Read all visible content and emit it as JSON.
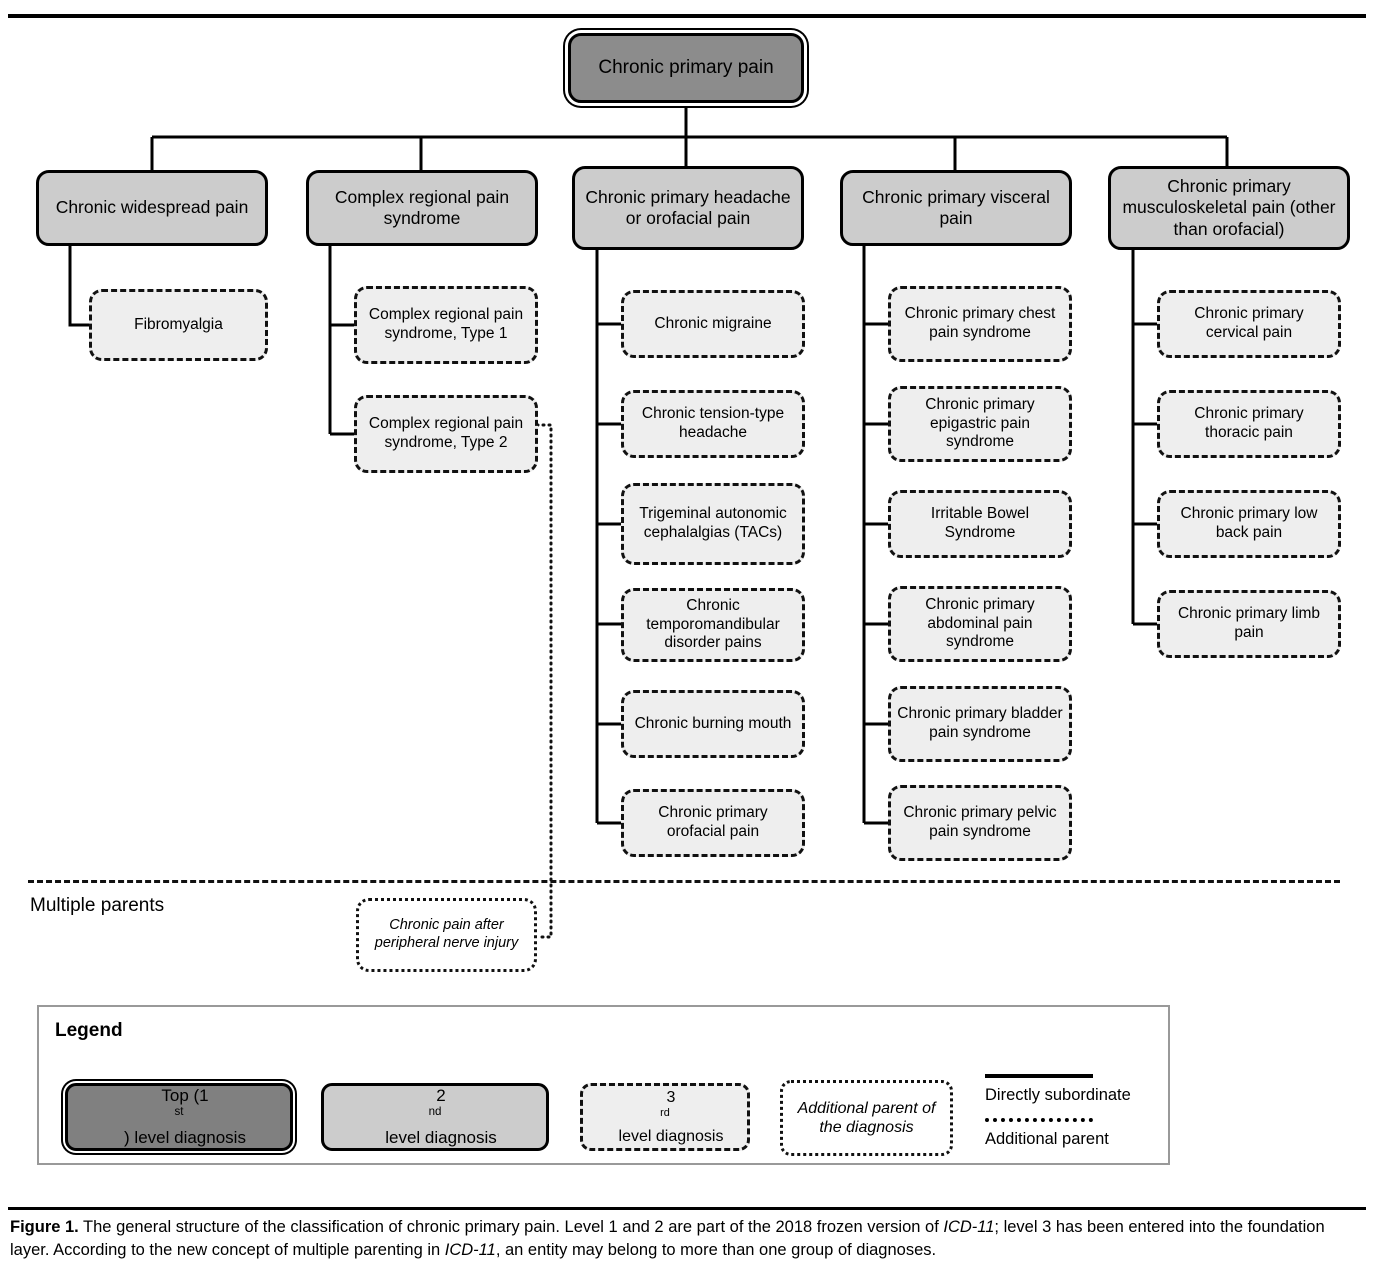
{
  "figure": {
    "root": {
      "label": "Chronic primary pain",
      "level": 1
    },
    "branches": [
      {
        "label": "Chronic widespread pain",
        "children": [
          "Fibromyalgia"
        ]
      },
      {
        "label": "Complex regional pain syndrome",
        "children": [
          "Complex regional pain syndrome, Type 1",
          "Complex regional pain syndrome, Type 2"
        ]
      },
      {
        "label": "Chronic primary headache or orofacial pain",
        "children": [
          "Chronic migraine",
          "Chronic tension-type headache",
          "Trigeminal autonomic cephalalgias (TACs)",
          "Chronic temporomandibular disorder pains",
          "Chronic burning mouth",
          "Chronic primary orofacial pain"
        ]
      },
      {
        "label": "Chronic primary visceral pain",
        "children": [
          "Chronic primary chest pain syndrome",
          "Chronic primary epigastric pain syndrome",
          "Irritable Bowel Syndrome",
          "Chronic primary abdominal pain syndrome",
          "Chronic primary bladder pain syndrome",
          "Chronic primary pelvic pain syndrome"
        ]
      },
      {
        "label": "Chronic primary musculoskeletal pain (other than orofacial)",
        "children": [
          "Chronic primary cervical pain",
          "Chronic primary thoracic pain",
          "Chronic primary low back pain",
          "Chronic primary limb pain"
        ]
      }
    ],
    "multiple_parents": {
      "section_label": "Multiple parents",
      "nodes": [
        "Chronic pain after peripheral nerve injury"
      ]
    }
  },
  "legend": {
    "title": "Legend",
    "items": [
      {
        "key": "top",
        "text_before": "Top (1",
        "sup": "st",
        "text_after": ")  level diagnosis"
      },
      {
        "key": "second",
        "text_before": "2",
        "sup": "nd",
        "text_after": " level diagnosis"
      },
      {
        "key": "third",
        "text_before": "3",
        "sup": "rd",
        "text_after": " level diagnosis"
      },
      {
        "key": "additional",
        "label": "Additional parent of the diagnosis"
      }
    ],
    "lines": [
      {
        "style": "solid",
        "label": "Directly subordinate"
      },
      {
        "style": "dotted",
        "label": "Additional parent"
      }
    ]
  },
  "caption": {
    "prefix": "Figure 1.",
    "part1": " The general structure of the classification of chronic primary pain. Level 1 and 2 are part of the 2018 frozen version of ",
    "em1": "ICD-11",
    "part2": "; level 3 has been entered into the foundation layer. According to the new concept of multiple parenting in ",
    "em2": "ICD-11",
    "part3": ", an entity may belong to more than one group of diagnoses."
  },
  "colors": {
    "level1_fill": "#8c8c8c",
    "level2_fill": "#cccccc",
    "level3_fill": "#eeeeee",
    "extra_parent_fill": "#ffffff",
    "stroke": "#000000"
  }
}
